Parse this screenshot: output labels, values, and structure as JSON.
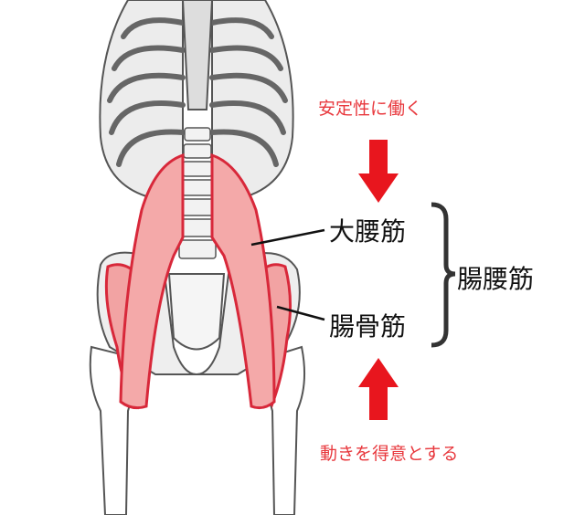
{
  "labels": {
    "top_note": "安定性に働く",
    "bottom_note": "動きを得意とする",
    "psoas_major": "大腰筋",
    "iliacus": "腸骨筋",
    "iliopsoas": "腸腰筋"
  },
  "colors": {
    "accent_red": "#e8383d",
    "arrow_red": "#e8161e",
    "muscle_fill": "#f2a3a3",
    "muscle_outline": "#d8283a",
    "bone_fill": "#eeeeee",
    "bone_outline": "#555555"
  }
}
